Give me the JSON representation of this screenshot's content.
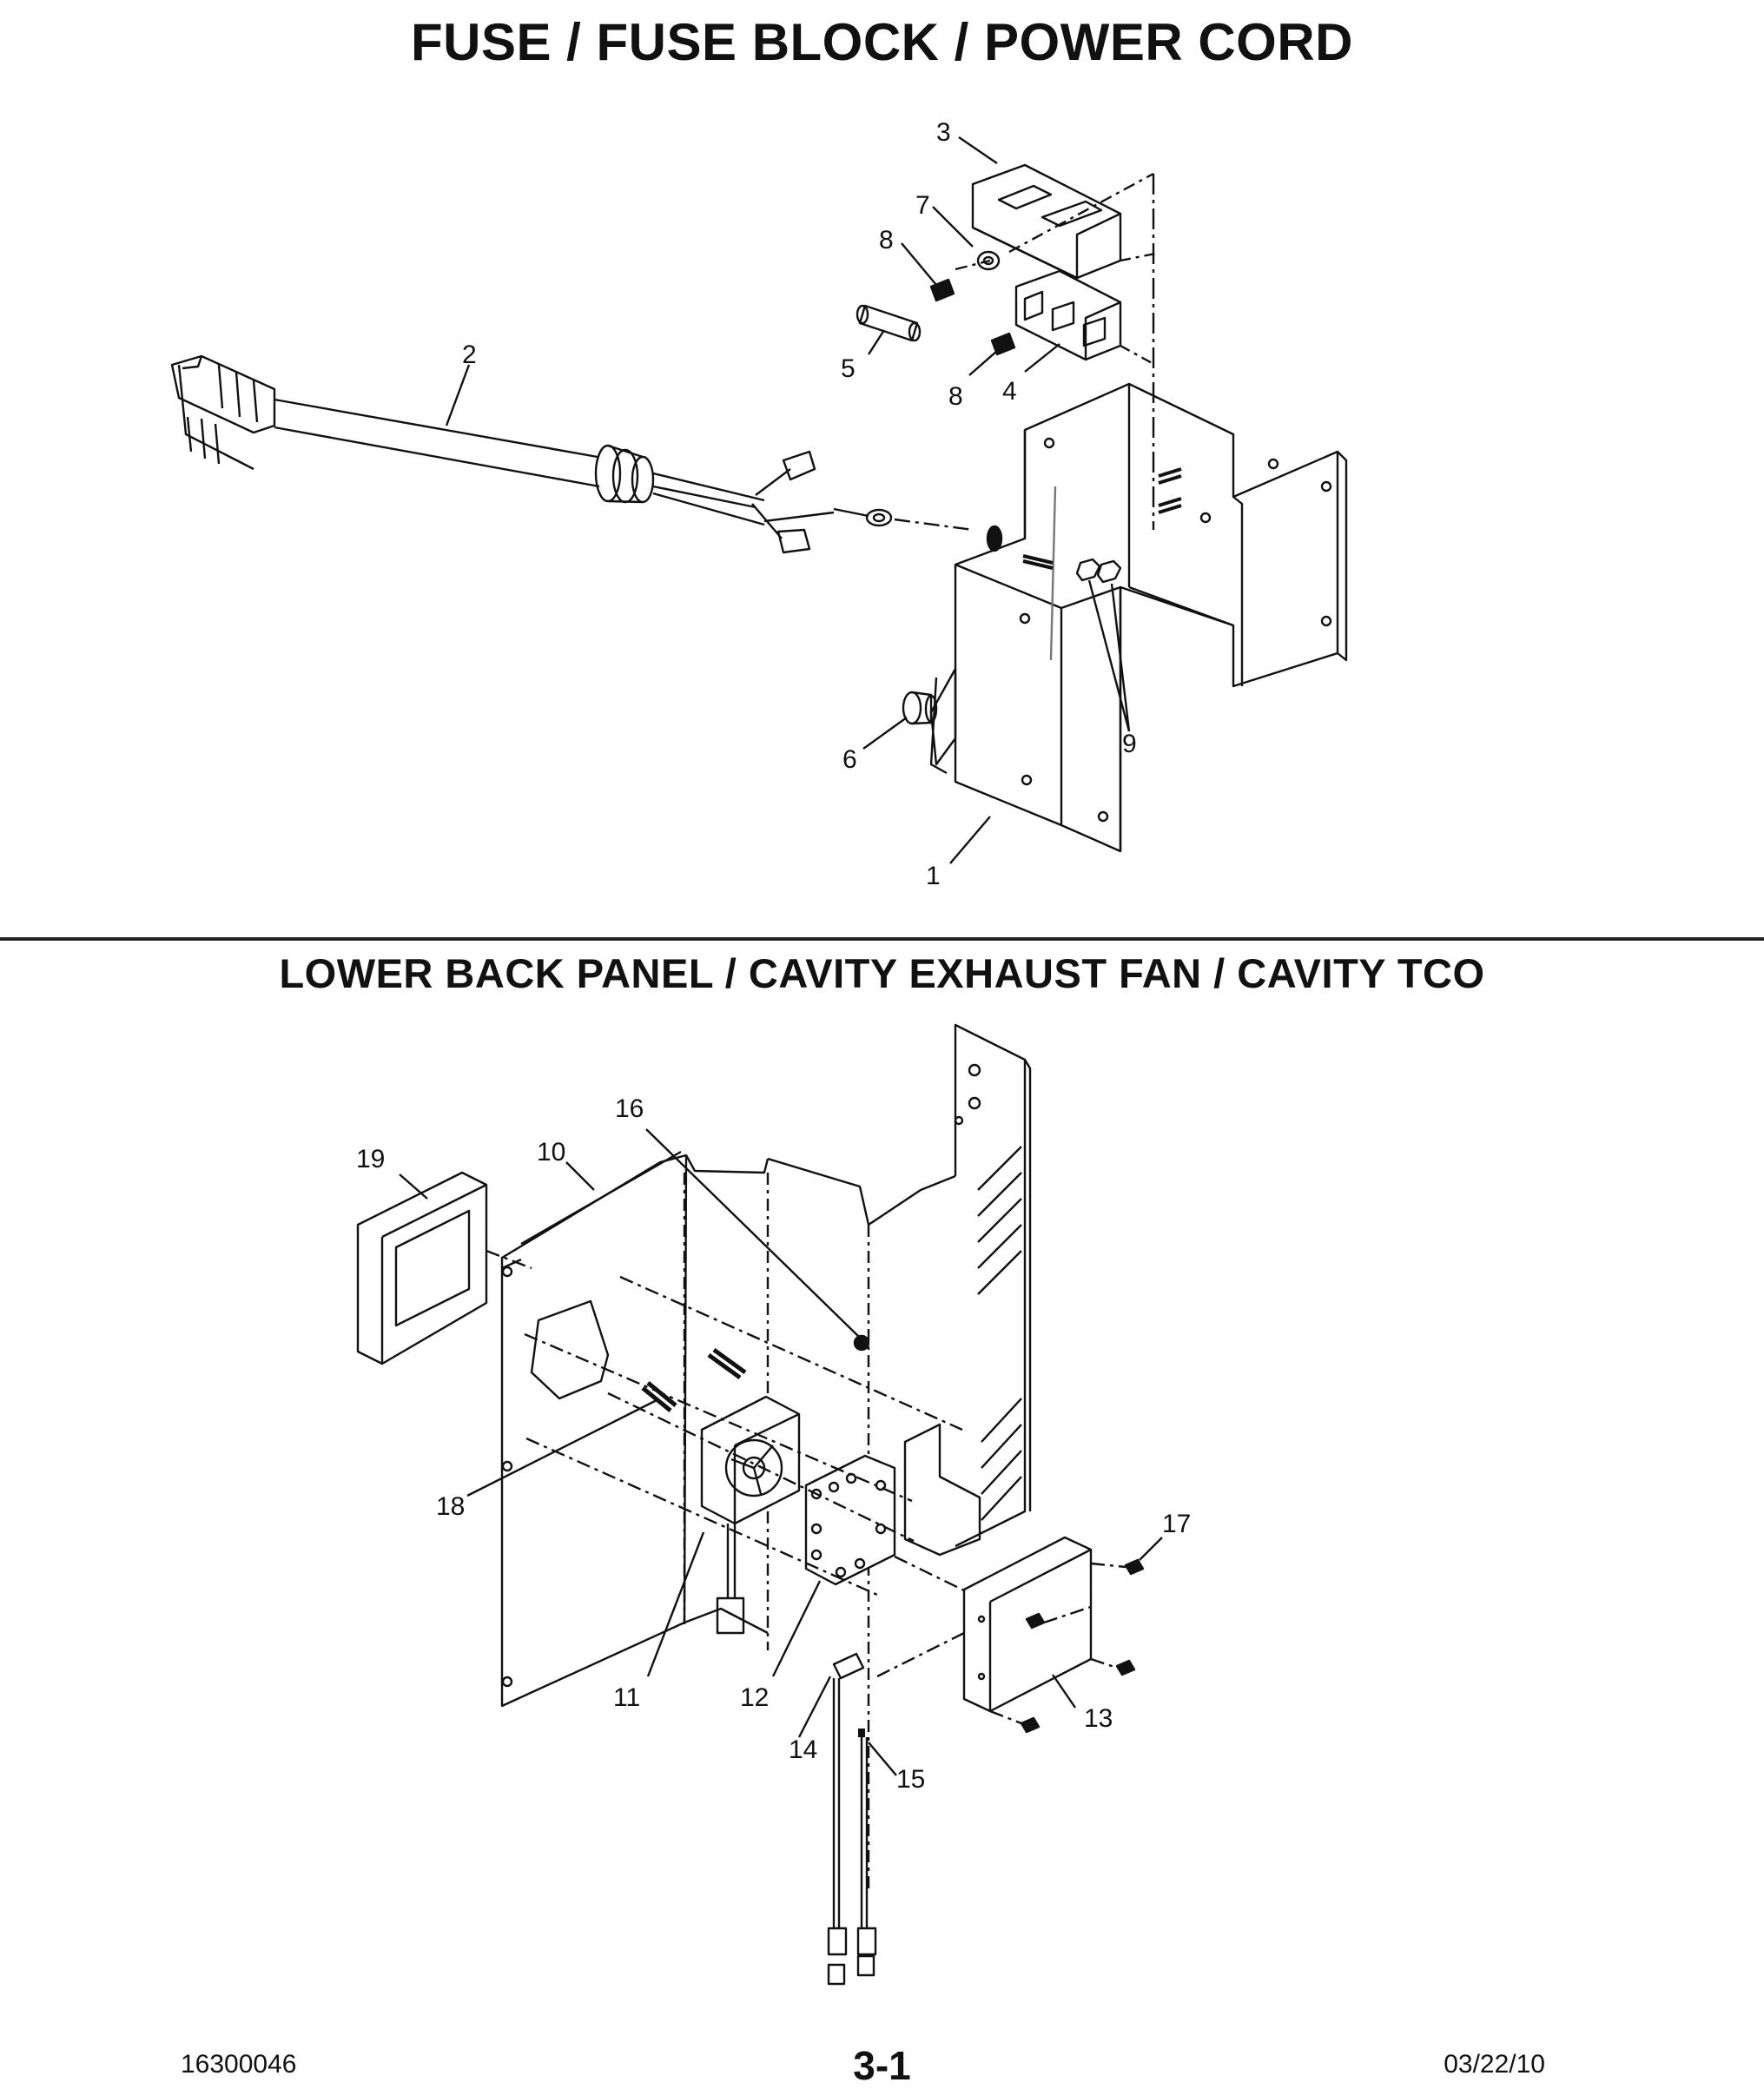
{
  "section1": {
    "title": "FUSE / FUSE BLOCK / POWER CORD",
    "callouts": [
      "1",
      "2",
      "3",
      "4",
      "5",
      "6",
      "7",
      "8",
      "8",
      "9"
    ]
  },
  "section2": {
    "title": "LOWER BACK PANEL / CAVITY EXHAUST FAN / CAVITY TCO",
    "callouts": [
      "10",
      "11",
      "12",
      "13",
      "14",
      "15",
      "16",
      "17",
      "18",
      "19"
    ]
  },
  "footer": {
    "doc_number": "16300046",
    "page": "3-1",
    "date": "03/22/10"
  }
}
